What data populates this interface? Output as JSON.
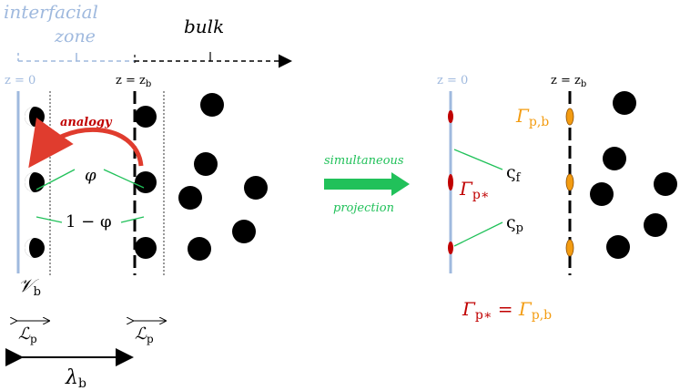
{
  "labels": {
    "interfacial": "interfacial",
    "zone": "zone",
    "bulk": "bulk",
    "z0_left": "z = 0",
    "zb_left": "z = z",
    "zb_sub": "b",
    "analogy": "analogy",
    "phi": "φ",
    "one_minus_phi": "1 − φ",
    "nu_b": "𝒱",
    "nu_b_sub": "b",
    "lp_left": "ℒ",
    "lp_left_sub": "p",
    "lp_right": "ℒ",
    "lp_right_sub": "p",
    "lambda_b": "λ",
    "lambda_b_sub": "b",
    "simultaneous": "simultaneous",
    "projection": "projection",
    "z0_right": "z = 0",
    "zb_right": "z = z",
    "zb_right_sub": "b",
    "gamma_pb": "Γ",
    "gamma_pb_sub": "p,b",
    "gamma_pstar": "Γ",
    "gamma_pstar_sub": "p∗",
    "varsigma_f": "ς",
    "varsigma_f_sub": "f",
    "varsigma_p": "ς",
    "varsigma_p_sub": "p",
    "eq_lhs": "Γ",
    "eq_lhs_sub": "p∗",
    "eq_mid": " = ",
    "eq_rhs": "Γ",
    "eq_rhs_sub": "p,b"
  },
  "colors": {
    "blue_text": "#9fb9de",
    "blue_line": "#9fb9de",
    "red": "#c00000",
    "red_arrow": "#e03c2e",
    "green": "#21c15a",
    "orange": "#f39c12",
    "black": "#000000"
  }
}
